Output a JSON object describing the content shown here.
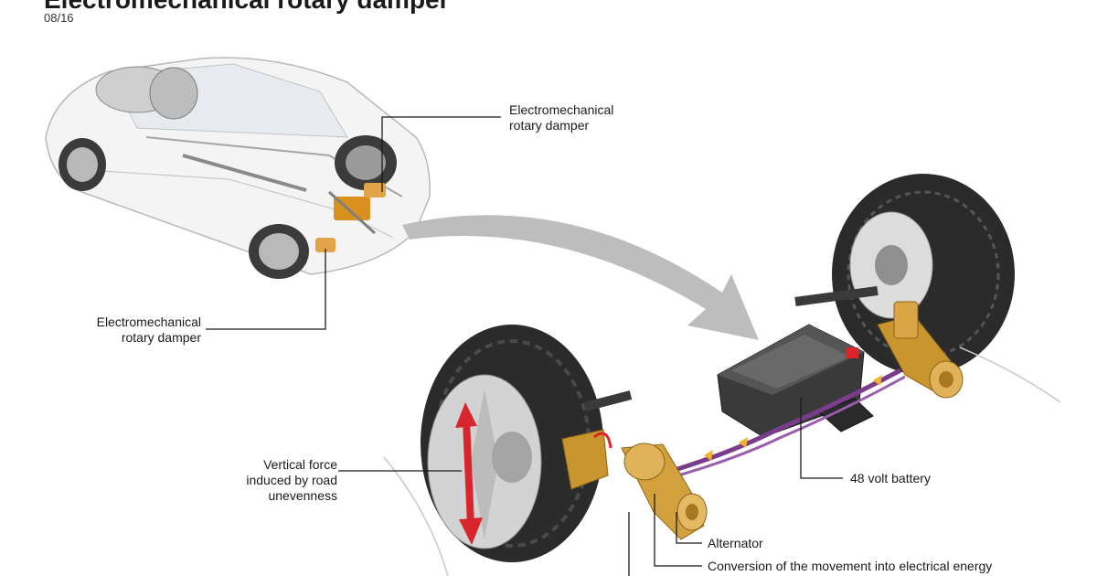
{
  "header": {
    "title": "Electromechanical rotary damper",
    "date": "08/16"
  },
  "labels": {
    "damper_rear_top_line1": "Electromechanical",
    "damper_rear_top_line2": "rotary damper",
    "damper_rear_left_line1": "Electromechanical",
    "damper_rear_left_line2": "rotary damper",
    "vertical_force_line1": "Vertical force",
    "vertical_force_line2": "induced by road",
    "vertical_force_line3": "unevenness",
    "battery": "48 volt battery",
    "alternator": "Alternator",
    "conversion": "Conversion of the movement into electrical energy"
  },
  "colors": {
    "damper_gold": "#c9952f",
    "cable_purple": "#7a3d8c",
    "force_arrow_red": "#d9262c",
    "arrow_gray": "#bdbdbd",
    "tire_dark": "#2b2b2b",
    "battery_dark": "#3a3a3a"
  }
}
